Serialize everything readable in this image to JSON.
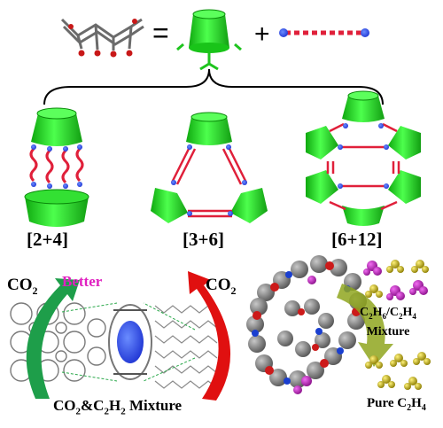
{
  "top": {
    "equals": "=",
    "plus": "+"
  },
  "cages": [
    {
      "label": "[2+4]"
    },
    {
      "label": "[3+6]"
    },
    {
      "label": "[6+12]"
    }
  ],
  "left_panel": {
    "co2_left": "CO",
    "co2_left_sub": "2",
    "better": "Better",
    "co2_right": "CO",
    "co2_right_sub": "2",
    "mixture": "CO",
    "mixture_sub": "2",
    "mixture_amp": "&C",
    "mixture_sub2": "2",
    "mixture_h": "H",
    "mixture_sub3": "2",
    "mixture_word": " Mixture"
  },
  "right_panel": {
    "mix_line1_a": "C",
    "mix_line1_s1": "2",
    "mix_line1_b": "H",
    "mix_line1_s2": "6",
    "mix_line1_c": "/C",
    "mix_line1_s3": "2",
    "mix_line1_d": "H",
    "mix_line1_s4": "4",
    "mix_line2": "Mixture",
    "pure_a": "Pure C",
    "pure_s1": "2",
    "pure_b": "H",
    "pure_s2": "4"
  },
  "colors": {
    "cage_green": "#2ee62e",
    "linker_red": "#e0203a",
    "node_blue": "#1a4ad8",
    "arrow_green": "#1e9e4a",
    "arrow_red": "#e01010",
    "better_magenta": "#e020c0"
  }
}
